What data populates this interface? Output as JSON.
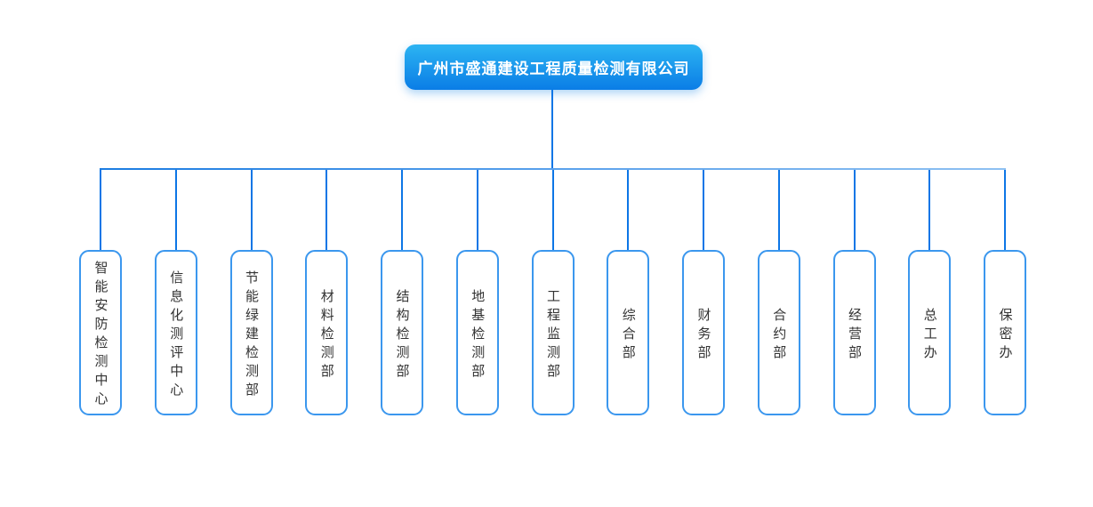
{
  "org_chart": {
    "type": "org-tree",
    "root": {
      "label": "广州市盛通建设工程质量检测有限公司"
    },
    "departments": [
      {
        "label": "智能安防检测中心"
      },
      {
        "label": "信息化测评中心"
      },
      {
        "label": "节能绿建检测部"
      },
      {
        "label": "材料检测部"
      },
      {
        "label": "结构检测部"
      },
      {
        "label": "地基检测部"
      },
      {
        "label": "工程监测部"
      },
      {
        "label": "综合部"
      },
      {
        "label": "财务部"
      },
      {
        "label": "合约部"
      },
      {
        "label": "经营部"
      },
      {
        "label": "总工办"
      },
      {
        "label": "保密办"
      }
    ],
    "colors": {
      "root_gradient_top": "#2cb4f2",
      "root_gradient_bottom": "#0a7de6",
      "root_text": "#ffffff",
      "connector_line": "#0d76e6",
      "rail_line_light": "#8fc1f2",
      "department_border": "#3b97ee",
      "department_text": "#333333",
      "background": "#ffffff"
    }
  }
}
